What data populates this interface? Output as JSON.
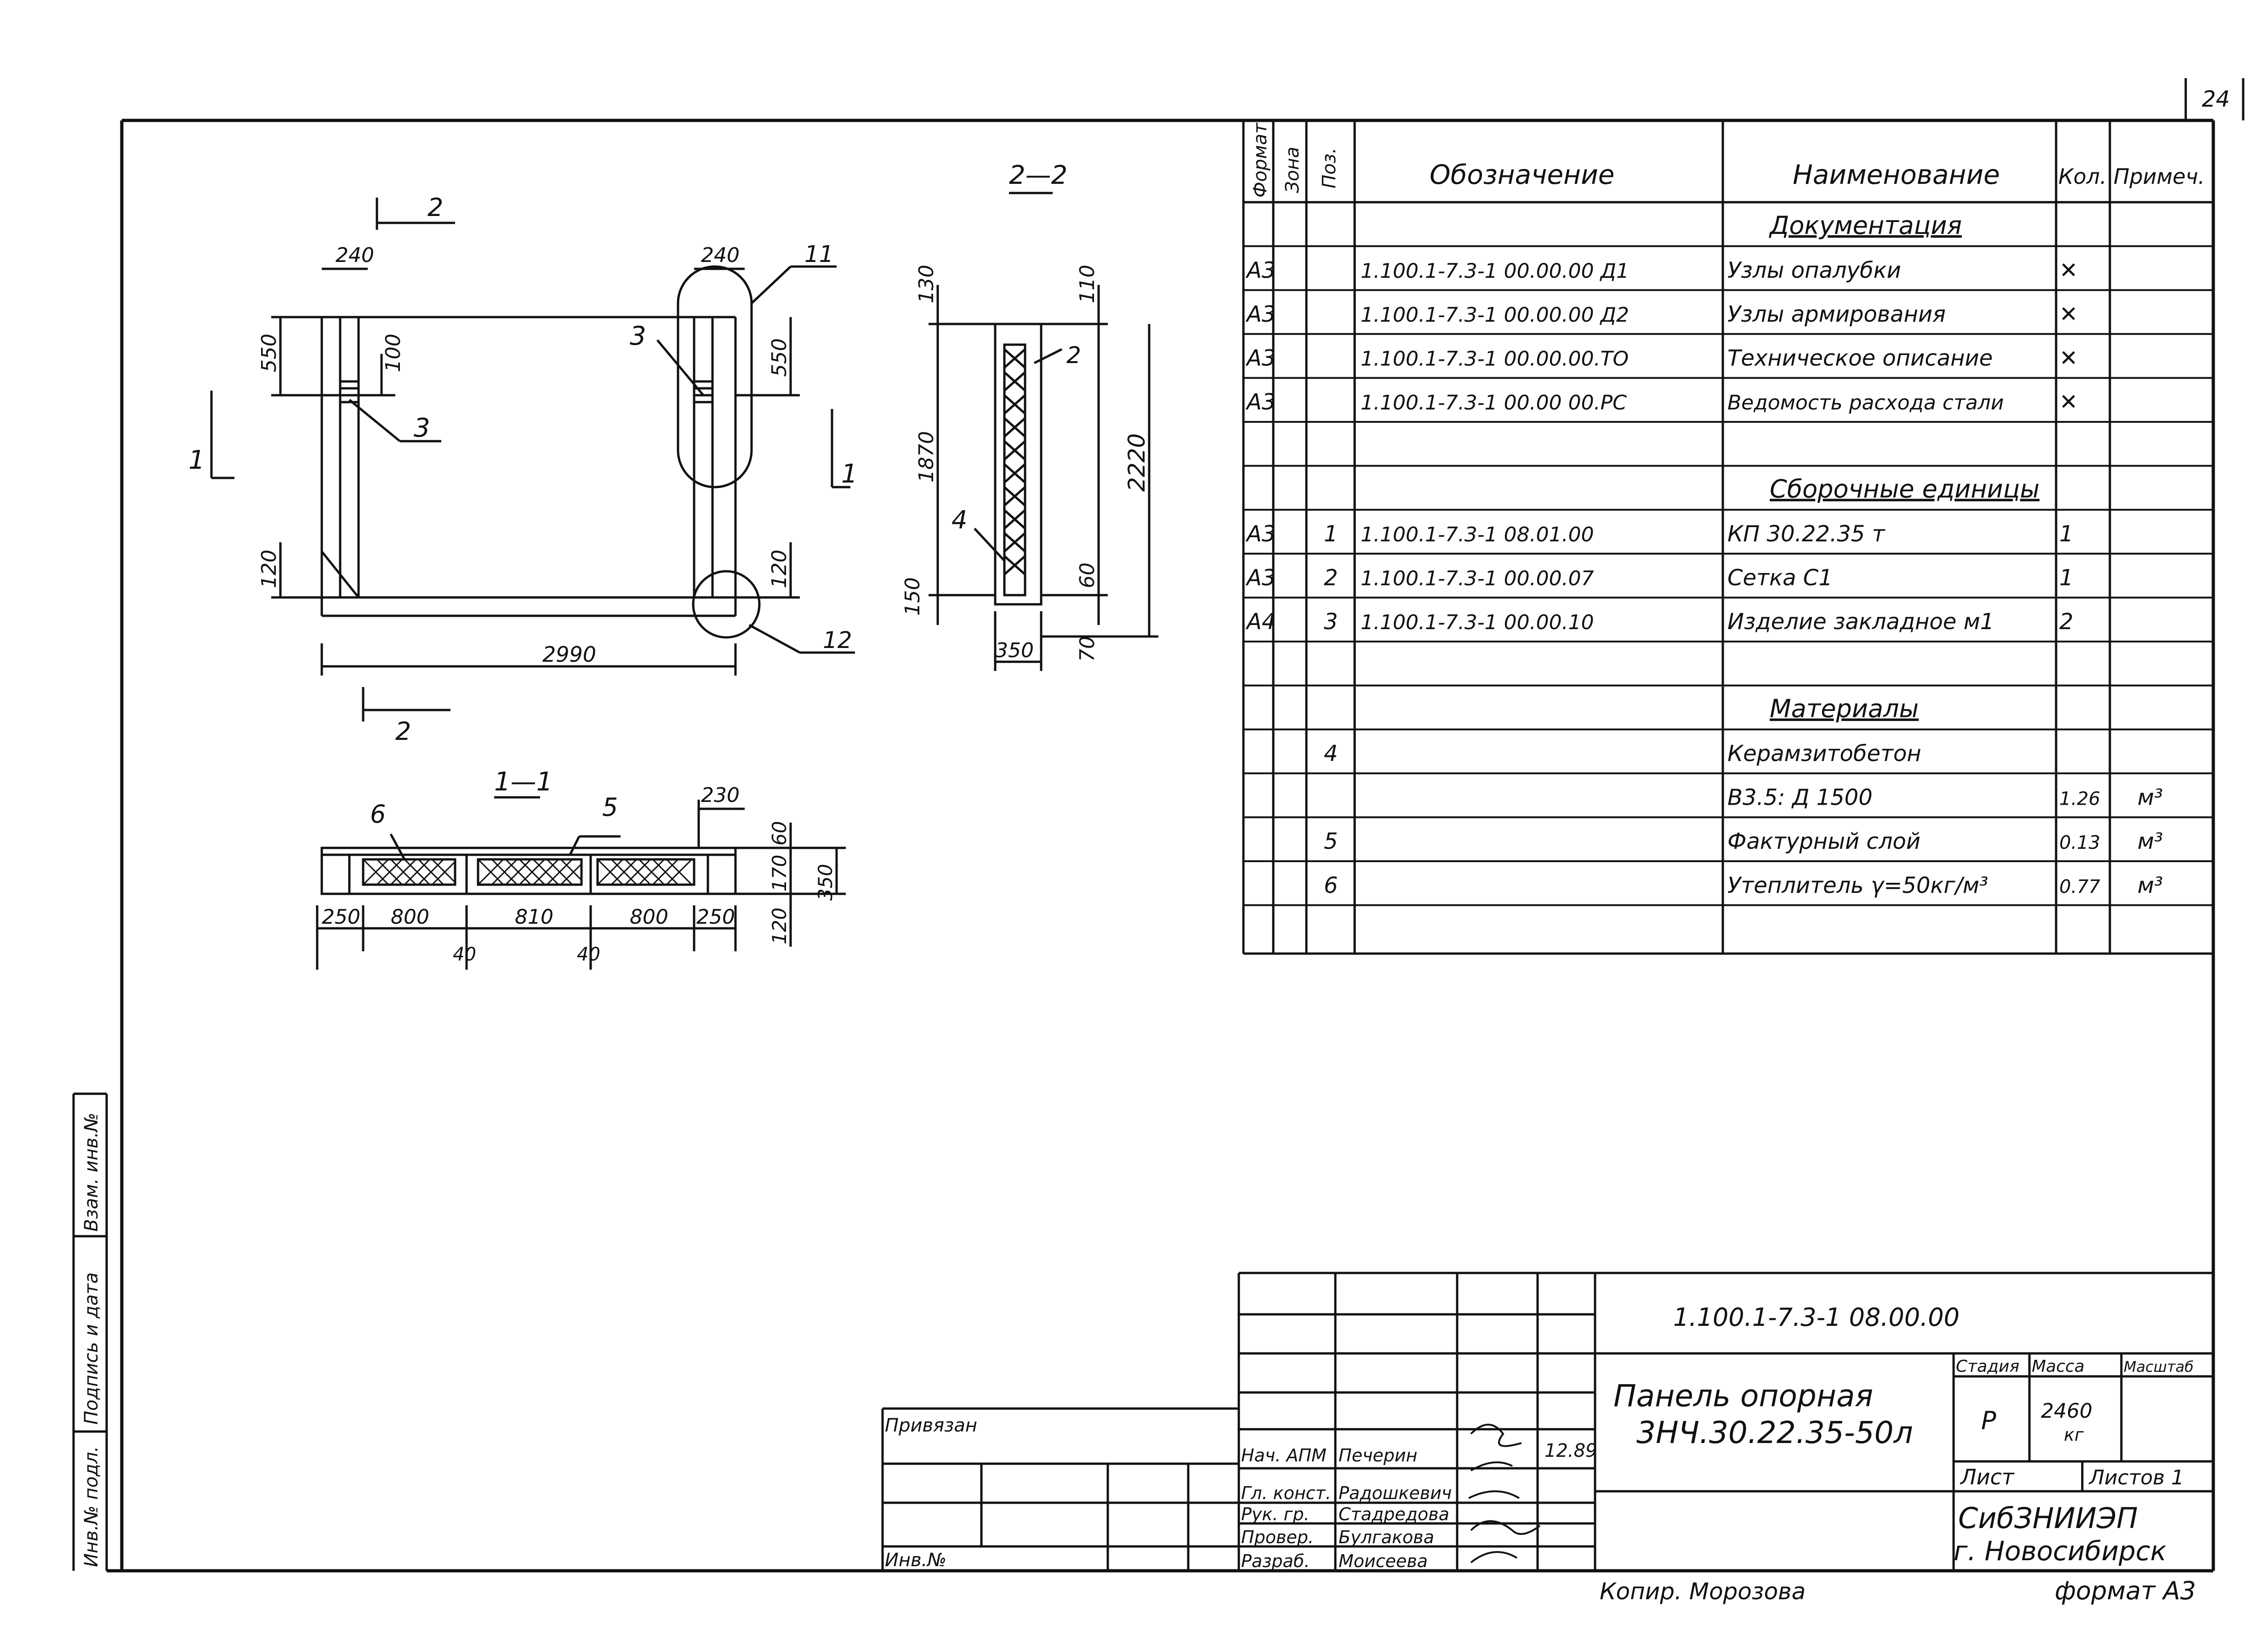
{
  "sheet": {
    "page_number": "24",
    "copied_by": "Копир. Морозова",
    "format": "формат А3",
    "privyazan": "Привязан",
    "inv_no": "Инв.№"
  },
  "side_stamp": [
    "Инв.№ подл.",
    "Подпись и дата",
    "Взам. инв.№"
  ],
  "drawing": {
    "section_2_2": "2—2",
    "section_1_1": "1—1",
    "cut_mark_2": "2",
    "cut_mark_1": "1",
    "plan_dims": {
      "top_left": "240",
      "top_right": "240",
      "h_550_left": "550",
      "h_100": "100",
      "h_120_left": "120",
      "h_550_right": "550",
      "h_120_right": "120",
      "width": "2990"
    },
    "plan_callouts": {
      "c3_left": "3",
      "c3_right": "3",
      "c11": "11",
      "c12": "12"
    },
    "sec22_dims": {
      "top_130": "130",
      "top_110": "110",
      "h_1870": "1870",
      "h_2220": "2220",
      "bot_150": "150",
      "bot_60": "60",
      "bot_70": "70",
      "w_350": "350"
    },
    "sec22_callouts": {
      "c2": "2",
      "c4": "4"
    },
    "sec11_dims": {
      "d250a": "250",
      "d800a": "800",
      "d810": "810",
      "d800b": "800",
      "d250b": "250",
      "d40a": "40",
      "d40b": "40",
      "d230": "230",
      "d60": "60",
      "d170": "170",
      "d120": "120",
      "d350": "350"
    },
    "sec11_callouts": {
      "c6": "6",
      "c5": "5"
    }
  },
  "spec": {
    "headers": {
      "format": "Формат",
      "zone": "Зона",
      "pos": "Поз.",
      "designation": "Обозначение",
      "name": "Наименование",
      "qty": "Кол.",
      "note": "Примеч."
    },
    "rows": [
      {
        "format": "",
        "pos": "",
        "designation": "",
        "name": "Документация",
        "qty": "",
        "note": "",
        "heading": true
      },
      {
        "format": "А3",
        "pos": "",
        "designation": "1.100.1-7.3-1   00.00.00 Д1",
        "name": "Узлы опалубки",
        "qty": "✕",
        "note": ""
      },
      {
        "format": "А3",
        "pos": "",
        "designation": "1.100.1-7.3-1   00.00.00 Д2",
        "name": "Узлы армирования",
        "qty": "✕",
        "note": ""
      },
      {
        "format": "А3",
        "pos": "",
        "designation": "1.100.1-7.3-1   00.00.00.ТО",
        "name": "Техническое описание",
        "qty": "✕",
        "note": ""
      },
      {
        "format": "А3",
        "pos": "",
        "designation": "1.100.1-7.3-1   00.00 00.РС",
        "name": "Ведомость расхода стали",
        "qty": "✕",
        "note": ""
      },
      {
        "format": "",
        "pos": "",
        "designation": "",
        "name": "",
        "qty": "",
        "note": ""
      },
      {
        "format": "",
        "pos": "",
        "designation": "",
        "name": "Сборочные единицы",
        "qty": "",
        "note": "",
        "heading": true
      },
      {
        "format": "А3",
        "pos": "1",
        "designation": "1.100.1-7.3-1   08.01.00",
        "name": "КП 30.22.35 т",
        "qty": "1",
        "note": ""
      },
      {
        "format": "А3",
        "pos": "2",
        "designation": "1.100.1-7.3-1   00.00.07",
        "name": "Сетка С1",
        "qty": "1",
        "note": ""
      },
      {
        "format": "А4",
        "pos": "3",
        "designation": "1.100.1-7.3-1   00.00.10",
        "name": "Изделие закладное м1",
        "qty": "2",
        "note": ""
      },
      {
        "format": "",
        "pos": "",
        "designation": "",
        "name": "",
        "qty": "",
        "note": ""
      },
      {
        "format": "",
        "pos": "",
        "designation": "",
        "name": "Материалы",
        "qty": "",
        "note": "",
        "heading": true
      },
      {
        "format": "",
        "pos": "4",
        "designation": "",
        "name": "Керамзитобетон",
        "qty": "",
        "note": ""
      },
      {
        "format": "",
        "pos": "",
        "designation": "",
        "name": "В3.5: Д 1500",
        "qty": "1.26",
        "note": "м³"
      },
      {
        "format": "",
        "pos": "5",
        "designation": "",
        "name": "Фактурный слой",
        "qty": "0.13",
        "note": "м³"
      },
      {
        "format": "",
        "pos": "6",
        "designation": "",
        "name": "Утеплитель γ=50кг/м³",
        "qty": "0.77",
        "note": "м³"
      }
    ]
  },
  "title_block": {
    "code": "1.100.1-7.3-1          08.00.00",
    "title_line1": "Панель   опорная",
    "title_line2": "3НЧ.30.22.35-50л",
    "stage_label": "Стадия",
    "mass_label": "Масса",
    "scale_label": "Масштаб",
    "stage": "Р",
    "mass": "2460",
    "mass_unit": "кг",
    "sheet_label": "Лист",
    "sheets_label": "Листов 1",
    "org1": "СибЗНИИЭП",
    "org2": "г. Новосибирск",
    "date": "12.89",
    "staff": [
      {
        "role": "Нач. АПМ",
        "name": "Печерин"
      },
      {
        "role": "Гл. конст.",
        "name": "Радошкевич"
      },
      {
        "role": "Рук. гр.",
        "name": "Стадредова"
      },
      {
        "role": "Провер.",
        "name": "Булгакова"
      },
      {
        "role": "Разраб.",
        "name": "Моисеева"
      }
    ]
  }
}
